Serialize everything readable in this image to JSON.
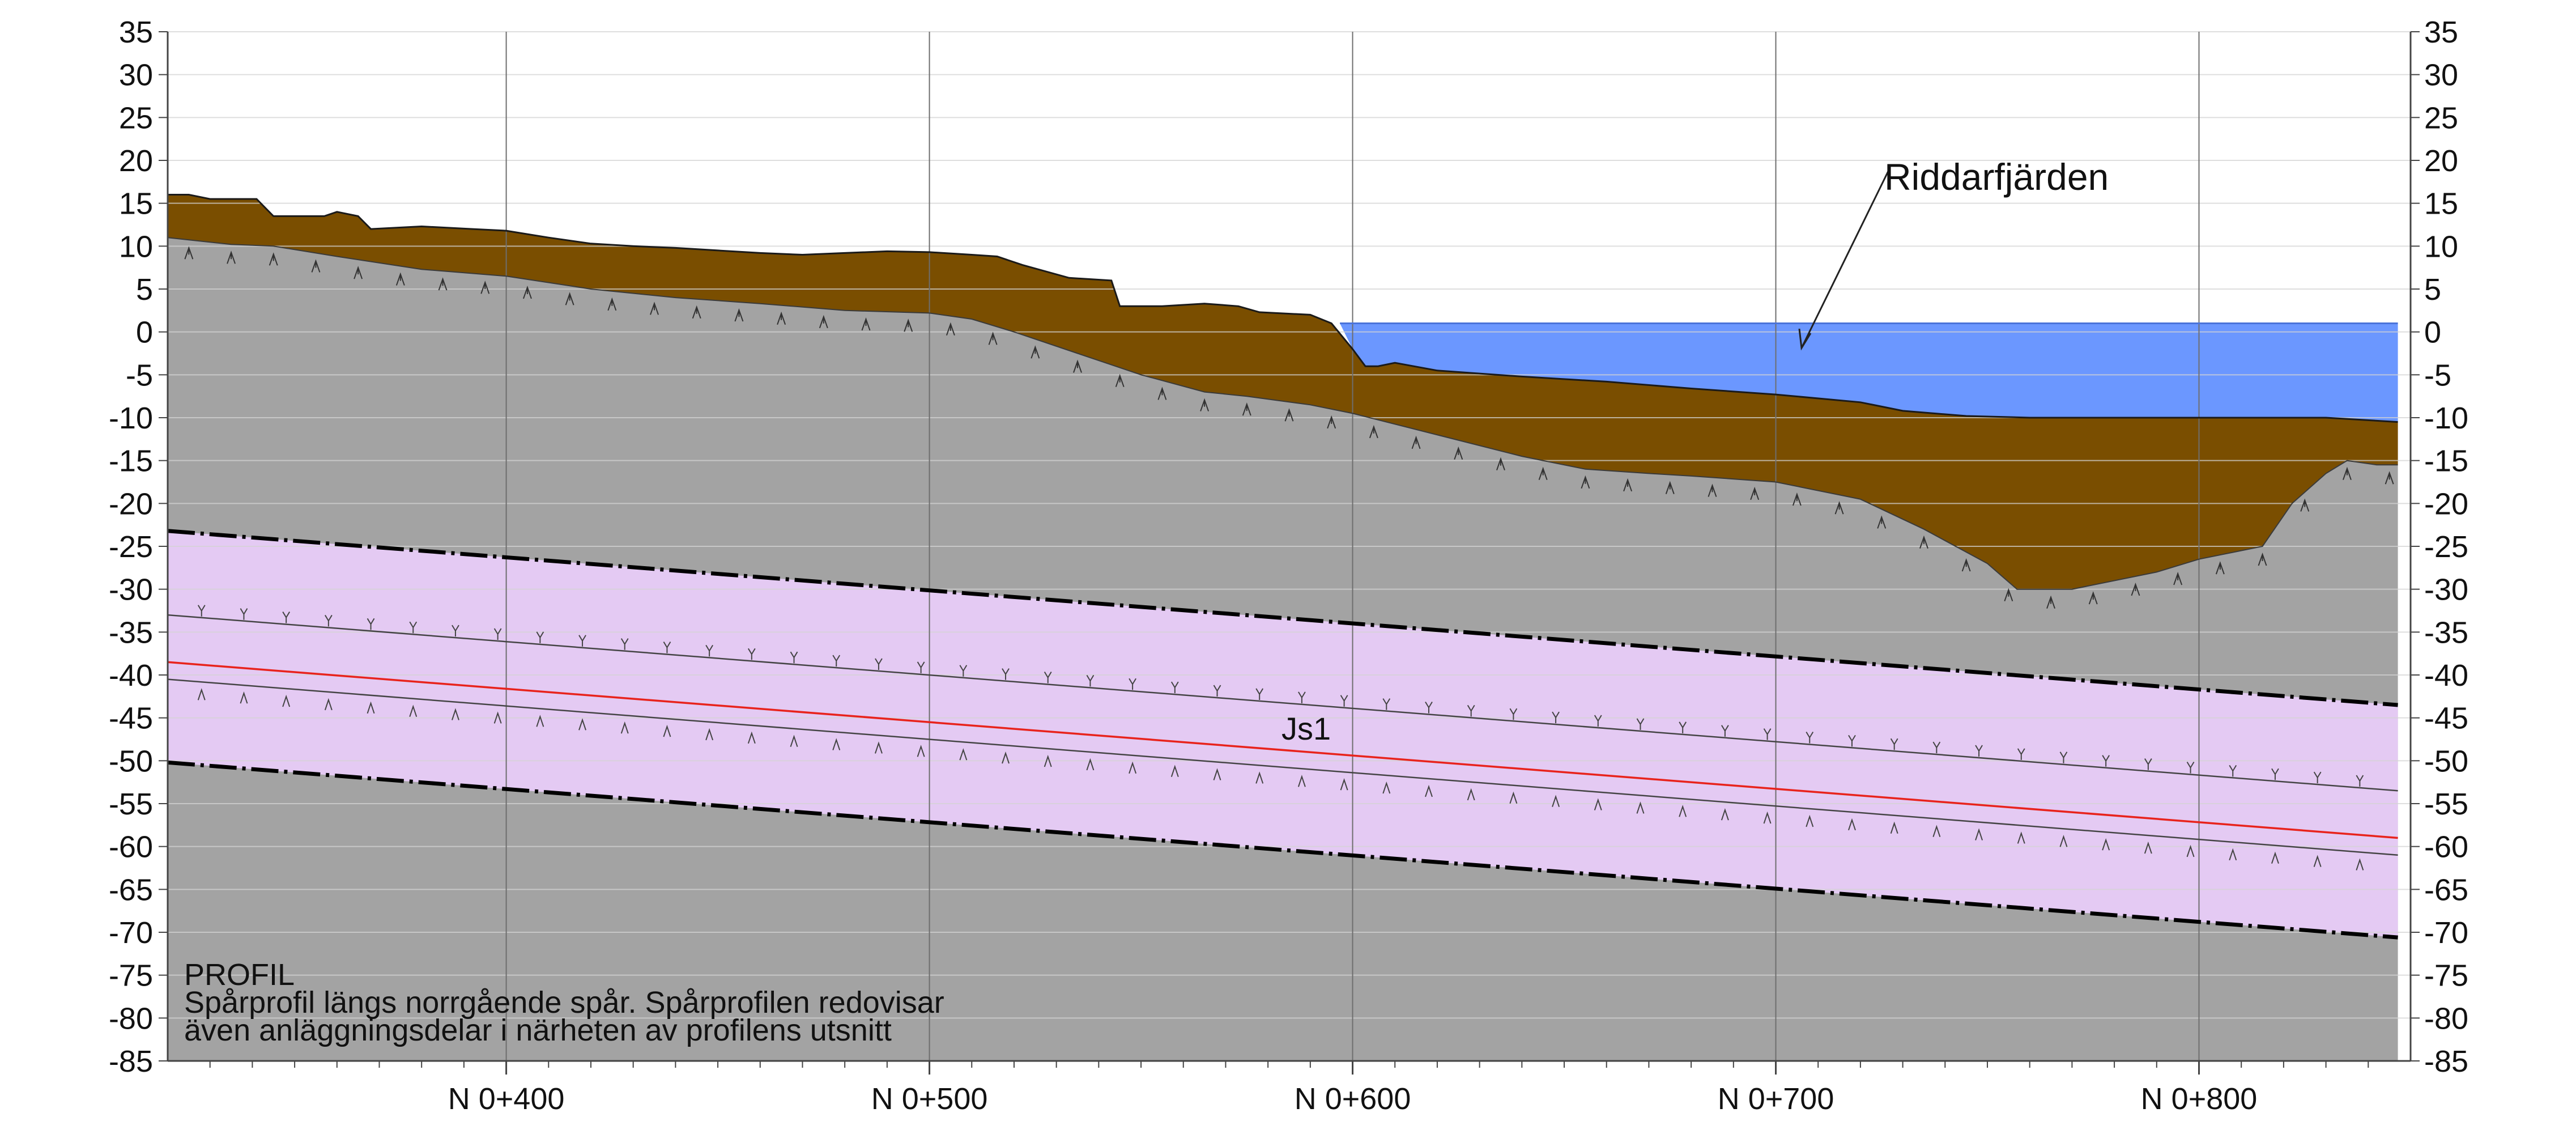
{
  "figure": {
    "water_label": "Riddarfjärden",
    "unit_label": "Js1",
    "caption_title": "PROFIL",
    "caption_line1": "Spårprofil längs norrgående spår. Spårprofilen redovisar",
    "caption_line2": "även anläggningsdelar i närheten av profilens utsnitt"
  },
  "colors": {
    "soil": "#7a4e00",
    "rock": "#a3a3a3",
    "water": "#6b97ff",
    "zone": "#e4caf3",
    "tunnel_line": "#e8231c",
    "grid": "#d4d4d4",
    "station_grid": "#6e6e6e"
  },
  "chart_data": {
    "type": "area",
    "x_range": [
      320,
      850
    ],
    "y_range": [
      -85,
      35
    ],
    "y_ticks": [
      35,
      30,
      25,
      20,
      15,
      10,
      5,
      0,
      -5,
      -10,
      -15,
      -20,
      -25,
      -30,
      -35,
      -40,
      -45,
      -50,
      -55,
      -60,
      -65,
      -70,
      -75,
      -80,
      -85
    ],
    "y_tick_labels": [
      "35",
      "30",
      "25",
      "20",
      "15",
      "10",
      "5",
      "0",
      "-5",
      "-10",
      "-15",
      "-20",
      "-25",
      "-30",
      "-35",
      "-40",
      "-45",
      "-50",
      "-55",
      "-60",
      "-65",
      "-70",
      "-75",
      "-80",
      "-85"
    ],
    "stations": [
      400,
      500,
      600,
      700,
      800
    ],
    "station_labels": [
      "N 0+400",
      "N 0+500",
      "N 0+600",
      "N 0+700",
      "N 0+800"
    ],
    "water_level": 1,
    "ground_surface": [
      [
        320,
        16
      ],
      [
        325,
        16
      ],
      [
        330,
        15.5
      ],
      [
        341,
        15.5
      ],
      [
        345,
        13.5
      ],
      [
        357,
        13.5
      ],
      [
        360,
        14
      ],
      [
        365,
        13.5
      ],
      [
        368,
        12
      ],
      [
        380,
        12.3
      ],
      [
        392,
        12
      ],
      [
        400,
        11.8
      ],
      [
        410,
        11
      ],
      [
        420,
        10.3
      ],
      [
        430,
        10
      ],
      [
        440,
        9.8
      ],
      [
        450,
        9.5
      ],
      [
        460,
        9.2
      ],
      [
        470,
        9
      ],
      [
        480,
        9.2
      ],
      [
        490,
        9.4
      ],
      [
        500,
        9.3
      ],
      [
        510,
        9
      ],
      [
        516,
        8.8
      ],
      [
        522,
        7.8
      ],
      [
        533,
        6.3
      ],
      [
        543,
        6
      ],
      [
        545,
        3
      ],
      [
        555,
        3
      ],
      [
        565,
        3.3
      ],
      [
        573,
        3
      ],
      [
        578,
        2.3
      ],
      [
        590,
        2
      ],
      [
        595,
        1
      ],
      [
        600,
        -2
      ],
      [
        603,
        -4
      ],
      [
        606,
        -4
      ],
      [
        610,
        -3.6
      ],
      [
        620,
        -4.5
      ],
      [
        640,
        -5.2
      ],
      [
        660,
        -5.8
      ],
      [
        680,
        -6.6
      ],
      [
        700,
        -7.3
      ],
      [
        720,
        -8.2
      ],
      [
        730,
        -9.2
      ],
      [
        745,
        -9.8
      ],
      [
        760,
        -10
      ],
      [
        800,
        -10
      ],
      [
        820,
        -10
      ],
      [
        830,
        -10
      ],
      [
        847,
        -10.5
      ]
    ],
    "rock_surface": [
      [
        320,
        11
      ],
      [
        335,
        10.2
      ],
      [
        345,
        10
      ],
      [
        360,
        8.8
      ],
      [
        380,
        7.3
      ],
      [
        400,
        6.5
      ],
      [
        420,
        5
      ],
      [
        440,
        4
      ],
      [
        460,
        3.3
      ],
      [
        480,
        2.5
      ],
      [
        500,
        2.2
      ],
      [
        510,
        1.5
      ],
      [
        520,
        0
      ],
      [
        535,
        -2.5
      ],
      [
        550,
        -5
      ],
      [
        565,
        -7
      ],
      [
        575,
        -7.5
      ],
      [
        590,
        -8.5
      ],
      [
        600,
        -9.5
      ],
      [
        620,
        -12
      ],
      [
        640,
        -14.5
      ],
      [
        655,
        -16
      ],
      [
        670,
        -16.5
      ],
      [
        680,
        -16.8
      ],
      [
        700,
        -17.5
      ],
      [
        720,
        -19.5
      ],
      [
        735,
        -23
      ],
      [
        750,
        -27
      ],
      [
        757,
        -30
      ],
      [
        770,
        -30
      ],
      [
        790,
        -28
      ],
      [
        800,
        -26.5
      ],
      [
        815,
        -25
      ],
      [
        822,
        -20
      ],
      [
        830,
        -16.5
      ],
      [
        835,
        -15
      ],
      [
        842,
        -15.5
      ],
      [
        847,
        -15.5
      ]
    ],
    "zone_top": [
      [
        320,
        -23.2
      ],
      [
        847,
        -43.5
      ]
    ],
    "zone_bottom": [
      [
        320,
        -50.2
      ],
      [
        847,
        -70.6
      ]
    ],
    "upper_inner_line": [
      [
        320,
        -33
      ],
      [
        847,
        -53.5
      ]
    ],
    "tunnel_line": [
      [
        320,
        -38.5
      ],
      [
        847,
        -59
      ]
    ],
    "lower_inner_line": [
      [
        320,
        -40.5
      ],
      [
        847,
        -61
      ]
    ]
  }
}
